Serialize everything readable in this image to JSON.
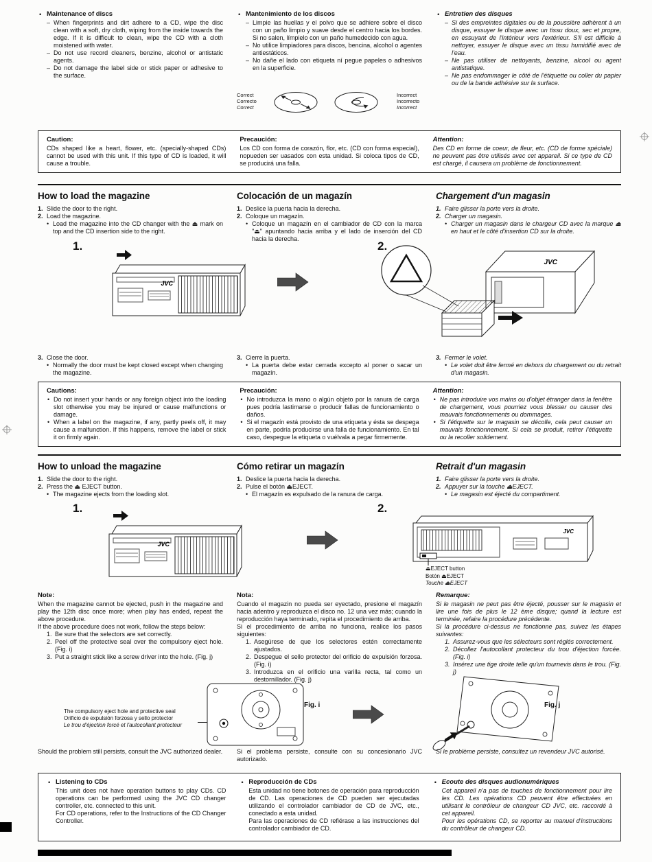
{
  "brand": "JVC",
  "figure_numbers": {
    "one": "1.",
    "two": "2."
  },
  "maintenance": {
    "en": {
      "title": "Maintenance of discs",
      "items": [
        "When fingerprints and dirt adhere to a CD, wipe the disc clean with a soft, dry cloth, wiping from the inside towards the edge. If it is difficult to clean, wipe the CD with a cloth moistened with water.",
        "Do not use record cleaners, benzine, alcohol or antistatic agents.",
        "Do not damage the label side or stick paper or adhesive to the surface."
      ]
    },
    "es": {
      "title": "Mantenimiento de los discos",
      "items": [
        "Limpie las huellas y el polvo que se adhiere sobre el disco con un paño limpio y suave desde el centro hacia los bordes. Si no salen, límpielo con un paño humedecido con agua.",
        "No utilice limpiadores para discos, bencina, alcohol o agentes antiestáticos.",
        "No dañe el lado con etiqueta ní pegue papeles o adhesivos en la superficie."
      ]
    },
    "fr": {
      "title": "Entretien des disques",
      "items": [
        "Si des empreintes digitales ou de la poussière adhèrent à un disque, essuyer le disque avec un tissu doux, sec et propre, en essuyant de l'intérieur vers l'extérieur. S'il est difficile à nettoyer, essuyer le disque avec un tissu humidifié avec de l'eau.",
        "Ne pas utiliser de nettoyants, benzine, alcool ou agent antistatique.",
        "Ne pas endommager le côté de l'étiquette ou coller du papier ou de la bande adhésive sur la surface."
      ]
    }
  },
  "disc_diagram": {
    "correct": [
      "Correct",
      "Correcto",
      "Correct"
    ],
    "incorrect": [
      "Incorrect",
      "Incorrecto",
      "Incorrect"
    ]
  },
  "caution_shaped": {
    "en": {
      "title": "Caution:",
      "body": "CDs shaped like a heart, flower, etc. (specially-shaped CDs) cannot be used with this unit. If this type of CD is loaded, it will cause a trouble."
    },
    "es": {
      "title": "Precaución:",
      "body": "Los CD con forma de corazón, flor, etc. (CD con forma especial), nopueden ser uasados con esta unidad. Si coloca tipos de CD, se producirá una falla."
    },
    "fr": {
      "title": "Attention:",
      "body": "Des CD en forme de coeur, de fleur, etc. (CD de forme spéciale) ne peuvent pas être utilisés avec cet appareil. Si ce type de CD est chargé, il causera un problème de fonctionnement."
    }
  },
  "load": {
    "en": {
      "title": "How to load the magazine",
      "step1_num": "1.",
      "step1": "Slide the door to the right.",
      "step2_num": "2.",
      "step2": "Load the magazine.",
      "step2_sub": "Load the magazine into the CD changer with the ⏏ mark on top and the CD insertion side to the right.",
      "step3_num": "3.",
      "step3": "Close the door.",
      "step3_sub": "Normally the door must be kept closed except when changing the magazine."
    },
    "es": {
      "title": "Colocación de un magazín",
      "step1_num": "1.",
      "step1": "Deslice la puerta hacia la derecha.",
      "step2_num": "2.",
      "step2": "Coloque un magazín.",
      "step2_sub": "Coloque un magazín en el cambiador de CD con la marca \"⏏\" apuntando hacia arriba y el lado de inserción del CD hacia la derecha.",
      "step3_num": "3.",
      "step3": "Cierre la puerta.",
      "step3_sub": "La puerta debe estar cerrada excepto al poner o sacar un magazín."
    },
    "fr": {
      "title": "Chargement d'un magasin",
      "step1_num": "1.",
      "step1": "Faire glisser la porte vers la droite.",
      "step2_num": "2.",
      "step2": "Charger un magasin.",
      "step2_sub": "Charger un magasin dans le chargeur CD avec la marque ⏏ en haut et le côté d'insertion CD sur la droite.",
      "step3_num": "3.",
      "step3": "Fermer le volet.",
      "step3_sub": "Le volet doit être fermé en dehors du chargement ou du retrait d'un magasin."
    }
  },
  "caution_loading": {
    "en": {
      "title": "Cautions:",
      "items": [
        "Do not insert your hands or any foreign object into the loading slot otherwise you may be injured or cause malfunctions or damage.",
        "When a label on the magazine, if any, partly peels off,  it may cause a malfunction. If this happens, remove the label or stick it on firmly again."
      ]
    },
    "es": {
      "title": "Precaución:",
      "items": [
        "No introduzca la mano o algún objeto por la ranura de carga pues podría lastimarse o producir fallas de funcionamiento o daños.",
        "Si el magazín está provisto de una etiqueta y ésta se despega en parte, podría producirse una falla de funcionamiento. En tal caso, despegue la etiqueta o vuélvala a pegar firmemente."
      ]
    },
    "fr": {
      "title": "Attention:",
      "items": [
        "Ne pas introduire vos mains ou d'objet étranger dans la fenêtre de chargement, vous pourriez vous blesser ou causer des mauvais fonctionnements ou dommages.",
        "Si l'étiquette sur le magasin se décolle, cela peut causer un mauvais fonctionnement. Si cela se produit, retirer l'étiquette ou la recoller solidement."
      ]
    }
  },
  "unload": {
    "en": {
      "title": "How to unload the magazine",
      "step1_num": "1.",
      "step1": "Slide the door to the right.",
      "step2_num": "2.",
      "step2": "Press the ⏏ EJECT button.",
      "step2_sub": "The magazine ejects from the loading slot."
    },
    "es": {
      "title": "Cómo retirar un magazín",
      "step1_num": "1.",
      "step1": "Deslice la puerta hacia la derecha.",
      "step2_num": "2.",
      "step2": "Pulse el botón ⏏EJECT.",
      "step2_sub": "El magazín es expulsado de la ranura de carga."
    },
    "fr": {
      "title": "Retrait d'un magasin",
      "step1_num": "1.",
      "step1": "Faire glisser la porte vers la droite.",
      "step2_num": "2.",
      "step2": "Appuyer sur la touche ⏏EJECT.",
      "step2_sub": "Le magasin est éjecté du compartiment."
    }
  },
  "eject_button_labels": [
    "⏏EJECT button",
    "Botón ⏏EJECT",
    "Touche ⏏EJECT"
  ],
  "note": {
    "en": {
      "title": "Note:",
      "para1": "When the magazine cannot be ejected, push in the magazine and play the 12th disc once more; when play has ended, repeat the above procedure.",
      "para2": "If the above procedure does not work, follow the steps below:",
      "steps": [
        {
          "num": "1.",
          "text": "Be sure that the selectors are set correctly."
        },
        {
          "num": "2.",
          "text": "Peel off the protective seal over the compulsory eject hole. (Fig. i)"
        },
        {
          "num": "3.",
          "text": "Put a straight stick like a screw driver into the hole. (Fig. j)"
        }
      ]
    },
    "es": {
      "title": "Nota:",
      "para1": "Cuando el magazin no pueda ser eyectado, presione el magazín hacia adentro y reproduzca el disco no. 12 una vez más; cuando la reproducción haya terminado, repita el procedimiento de arriba.",
      "para2": "Si el procedimiento de arriba no funciona, realice los pasos siguientes:",
      "steps": [
        {
          "num": "1.",
          "text": "Asegúrese de que los selectores estén correctamente ajustados."
        },
        {
          "num": "2.",
          "text": "Despegue el sello protector del orificio de expulsión forzosa. (Fig. i)"
        },
        {
          "num": "3.",
          "text": "Introduzca en el orificio una varilla recta, tal como un destornillador. (Fig. j)"
        }
      ]
    },
    "fr": {
      "title": "Remarque:",
      "para1": "Si le magasin ne peut pas être éjecté, pousser sur le magasin et lire une fois de plus le 12 ème disque; quand la lecture est terminée, refaire la procédure précédente.",
      "para2": "Si la procédure ci-dessus ne fonctionne pas, suivez les étapes suivantes:",
      "steps": [
        {
          "num": "1.",
          "text": "Assurez-vous que les sélecteurs sont réglés correctement."
        },
        {
          "num": "2.",
          "text": "Décollez l'autocollant protecteur du trou d'éjection forcée. (Fig. i)"
        },
        {
          "num": "3.",
          "text": "Insérez une tige droite telle qu'un tournevis dans le trou. (Fig. j)"
        }
      ]
    }
  },
  "eject_hole": {
    "labels": [
      "The compulsory eject hole and protective seal",
      "Orificio de expulsión forzosa y sello protector",
      "Le trou d'éjection forcé et l'autocollant protecteur"
    ],
    "fig_i_caption": "Fig. i",
    "fig_j_caption": "Fig. j"
  },
  "dealer": {
    "en": "Should the problem still persists, consult the JVC authorized dealer.",
    "es": "Si el problema persiste, consulte con su concesionario JVC autorizado.",
    "fr": "Si le problème persiste, consultez un revendeur JVC autorisé."
  },
  "listening": {
    "en": {
      "title": "Listening to CDs",
      "para1": "This unit does not have operation buttons to play CDs. CD operations can be performed using the JVC CD changer controller, etc. connected to this unit.",
      "para2": "For CD operations, refer to the Instructions of the CD Changer Controller."
    },
    "es": {
      "title": "Reproducción de CDs",
      "para1": "Esta unidad no tiene botones de operación para reproducción de CD. Las operaciones de CD pueden ser ejecutadas utilizando el controlador cambiador de CD de JVC, etc., conectado a esta unidad.",
      "para2": "Para las operaciones de CD refiérase a las instrucciones del controlador cambiador de CD."
    },
    "fr": {
      "title": "Ecoute des disques audionumériques",
      "para1": "Cet appareil n'a pas de touches de fonctionnement pour lire les CD. Les opérations CD peuvent être effectuées en utilisant le contrôleur de changeur CD JVC, etc. raccordé à cet appareil.",
      "para2": "Pour les opérations CD, se reporter au manuel d'instructions du contrôleur de changeur CD."
    }
  }
}
